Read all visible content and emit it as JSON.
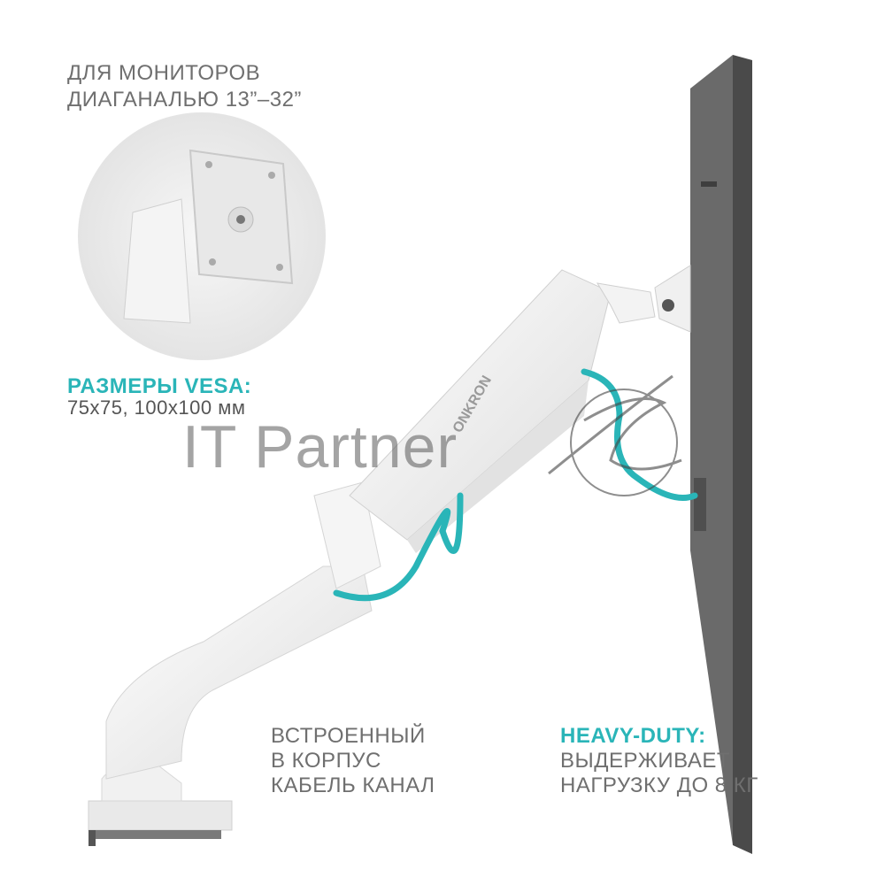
{
  "compatibility": {
    "lines": [
      "ДЛЯ МОНИТОРОВ",
      "ДИАГАНАЛЬЮ 13”–32”"
    ]
  },
  "vesa": {
    "title": "РАЗМЕРЫ VESA:",
    "sizes": "75х75, 100х100 мм"
  },
  "cable_channel": {
    "lines": [
      "ВСТРОЕННЫЙ",
      "В КОРПУС",
      "КАБЕЛЬ КАНАЛ"
    ]
  },
  "heavy_duty": {
    "title": "HEAVY-DUTY:",
    "lines": [
      "ВЫДЕРЖИВАЕТ",
      "НАГРУЗКУ ДО 8 КГ"
    ]
  },
  "brand_logo": "ONKRON",
  "watermark": "IT Partner",
  "colors": {
    "accent": "#2ab5b8",
    "text_grey": "#6f6f6f",
    "monitor": "#5f5f5f",
    "arm": "#f2f2f2"
  },
  "icons": [
    "vesa-plate-icon",
    "watermark-logo-icon"
  ]
}
